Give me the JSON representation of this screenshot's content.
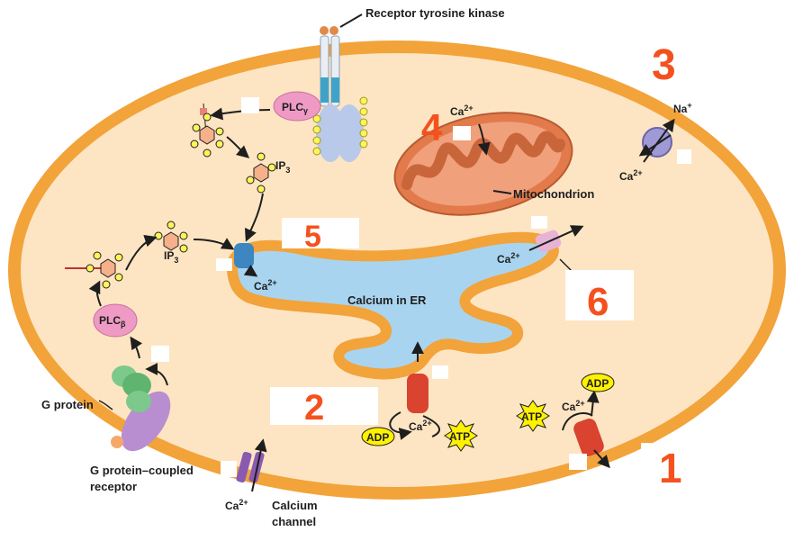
{
  "labels": {
    "rtk": "Receptor tyrosine kinase",
    "plc_gamma": "PLC",
    "plc_gamma_sub": "γ",
    "plc_beta": "PLC",
    "plc_beta_sub": "β",
    "ip3_top": "IP",
    "ip3_left": "IP",
    "ip3_sub": "3",
    "ca": "Ca",
    "ca_sup": "2+",
    "na": "Na",
    "na_sup": "+",
    "mito": "Mitochondrion",
    "er": "Calcium in ER",
    "g_protein": "G protein",
    "gpcr_line1": "G protein–coupled",
    "gpcr_line2": "receptor",
    "channel_line1": "Calcium",
    "channel_line2": "channel",
    "adp": "ADP",
    "atp": "ATP"
  },
  "handwritten": {
    "n1": "1",
    "n2": "2",
    "n3": "3",
    "n4": "4",
    "n5": "5",
    "n6": "6"
  },
  "colors": {
    "cytoplasm": "#fde5c3",
    "membrane": "#f2a33a",
    "er_lumen": "#a9d4ef",
    "mitochondrion": "#e27a4b",
    "pump_red": "#d9432f",
    "plc_pink": "#ef9ac4",
    "g_protein_green": "#7dc98b",
    "receptor_purple": "#b98ed0",
    "atp_yellow": "#fff200",
    "handwriting": "#f4511e"
  }
}
